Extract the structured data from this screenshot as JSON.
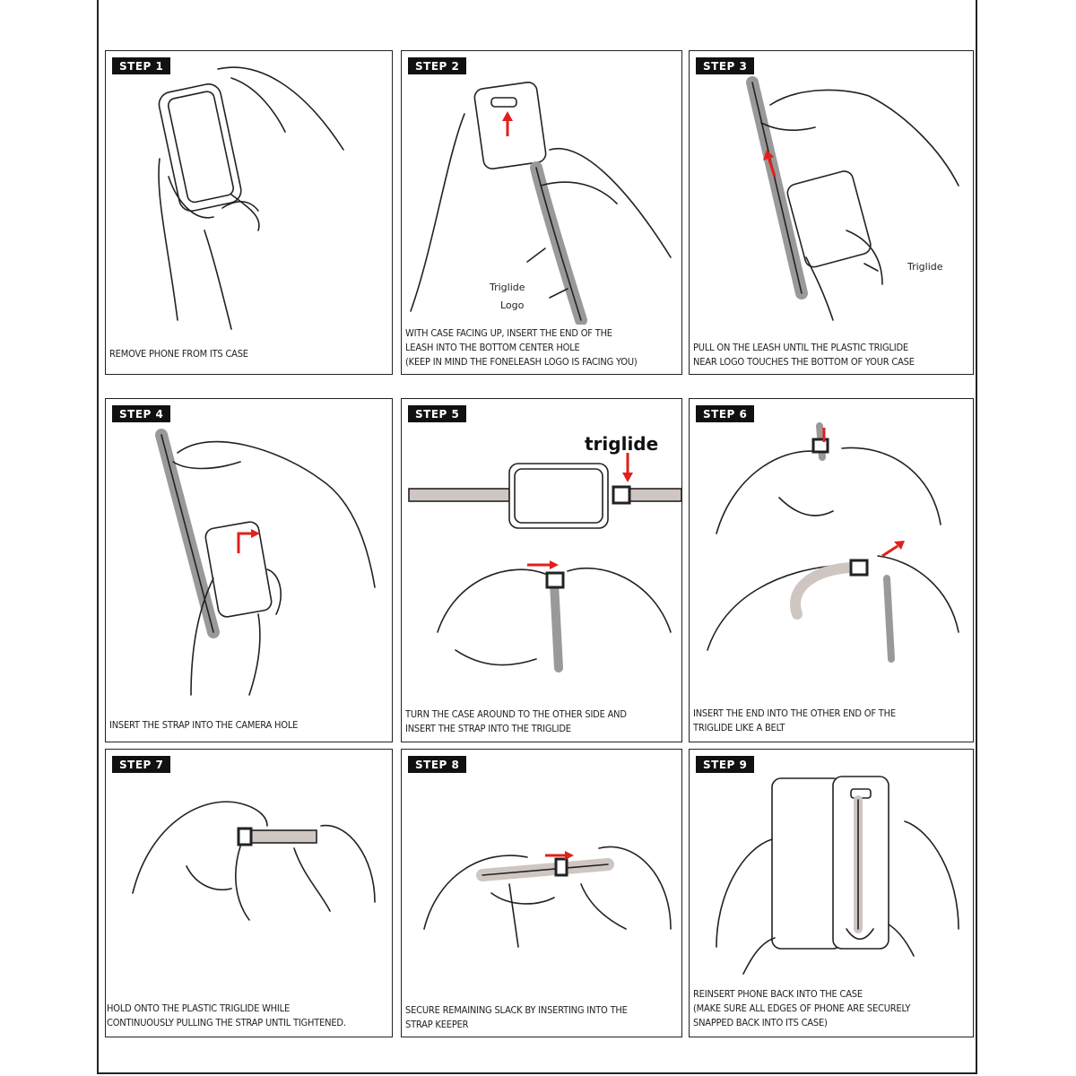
{
  "steps": [
    {
      "badge": "STEP 1",
      "lines": [
        "REMOVE PHONE FROM ITS CASE"
      ]
    },
    {
      "badge": "STEP 2",
      "lines": [
        "WITH CASE FACING UP, INSERT THE END OF THE",
        "LEASH INTO THE BOTTOM CENTER HOLE",
        "(KEEP IN MIND THE FONELEASH LOGO IS FACING YOU)"
      ],
      "labels": [
        "Triglide",
        "Logo"
      ]
    },
    {
      "badge": "STEP 3",
      "lines": [
        "PULL ON THE LEASH UNTIL THE PLASTIC TRIGLIDE",
        "NEAR LOGO TOUCHES THE BOTTOM OF YOUR CASE"
      ],
      "labels": [
        "Triglide"
      ]
    },
    {
      "badge": "STEP 4",
      "lines": [
        "INSERT THE STRAP INTO THE CAMERA HOLE"
      ]
    },
    {
      "badge": "STEP 5",
      "lines": [
        "TURN THE CASE AROUND TO THE OTHER SIDE AND",
        "INSERT THE STRAP INTO THE TRIGLIDE"
      ],
      "labels": [
        "triglide"
      ]
    },
    {
      "badge": "STEP 6",
      "lines": [
        "INSERT THE END INTO THE OTHER END OF THE",
        "TRIGLIDE LIKE A BELT"
      ]
    },
    {
      "badge": "STEP 7",
      "lines": [
        "HOLD ONTO THE PLASTIC TRIGLIDE WHILE",
        "CONTINUOUSLY PULLING THE STRAP UNTIL TIGHTENED."
      ]
    },
    {
      "badge": "STEP 8",
      "lines": [
        "SECURE REMAINING SLACK BY INSERTING INTO THE",
        "STRAP KEEPER"
      ]
    },
    {
      "badge": "STEP 9",
      "lines": [
        "REINSERT PHONE BACK INTO THE CASE",
        "(MAKE SURE ALL EDGES OF PHONE ARE SECURELY",
        "SNAPPED BACK INTO ITS CASE)"
      ]
    }
  ],
  "colors": {
    "arrow": "#e0201b",
    "strap": "#cfc6c2",
    "line": "#222222"
  }
}
